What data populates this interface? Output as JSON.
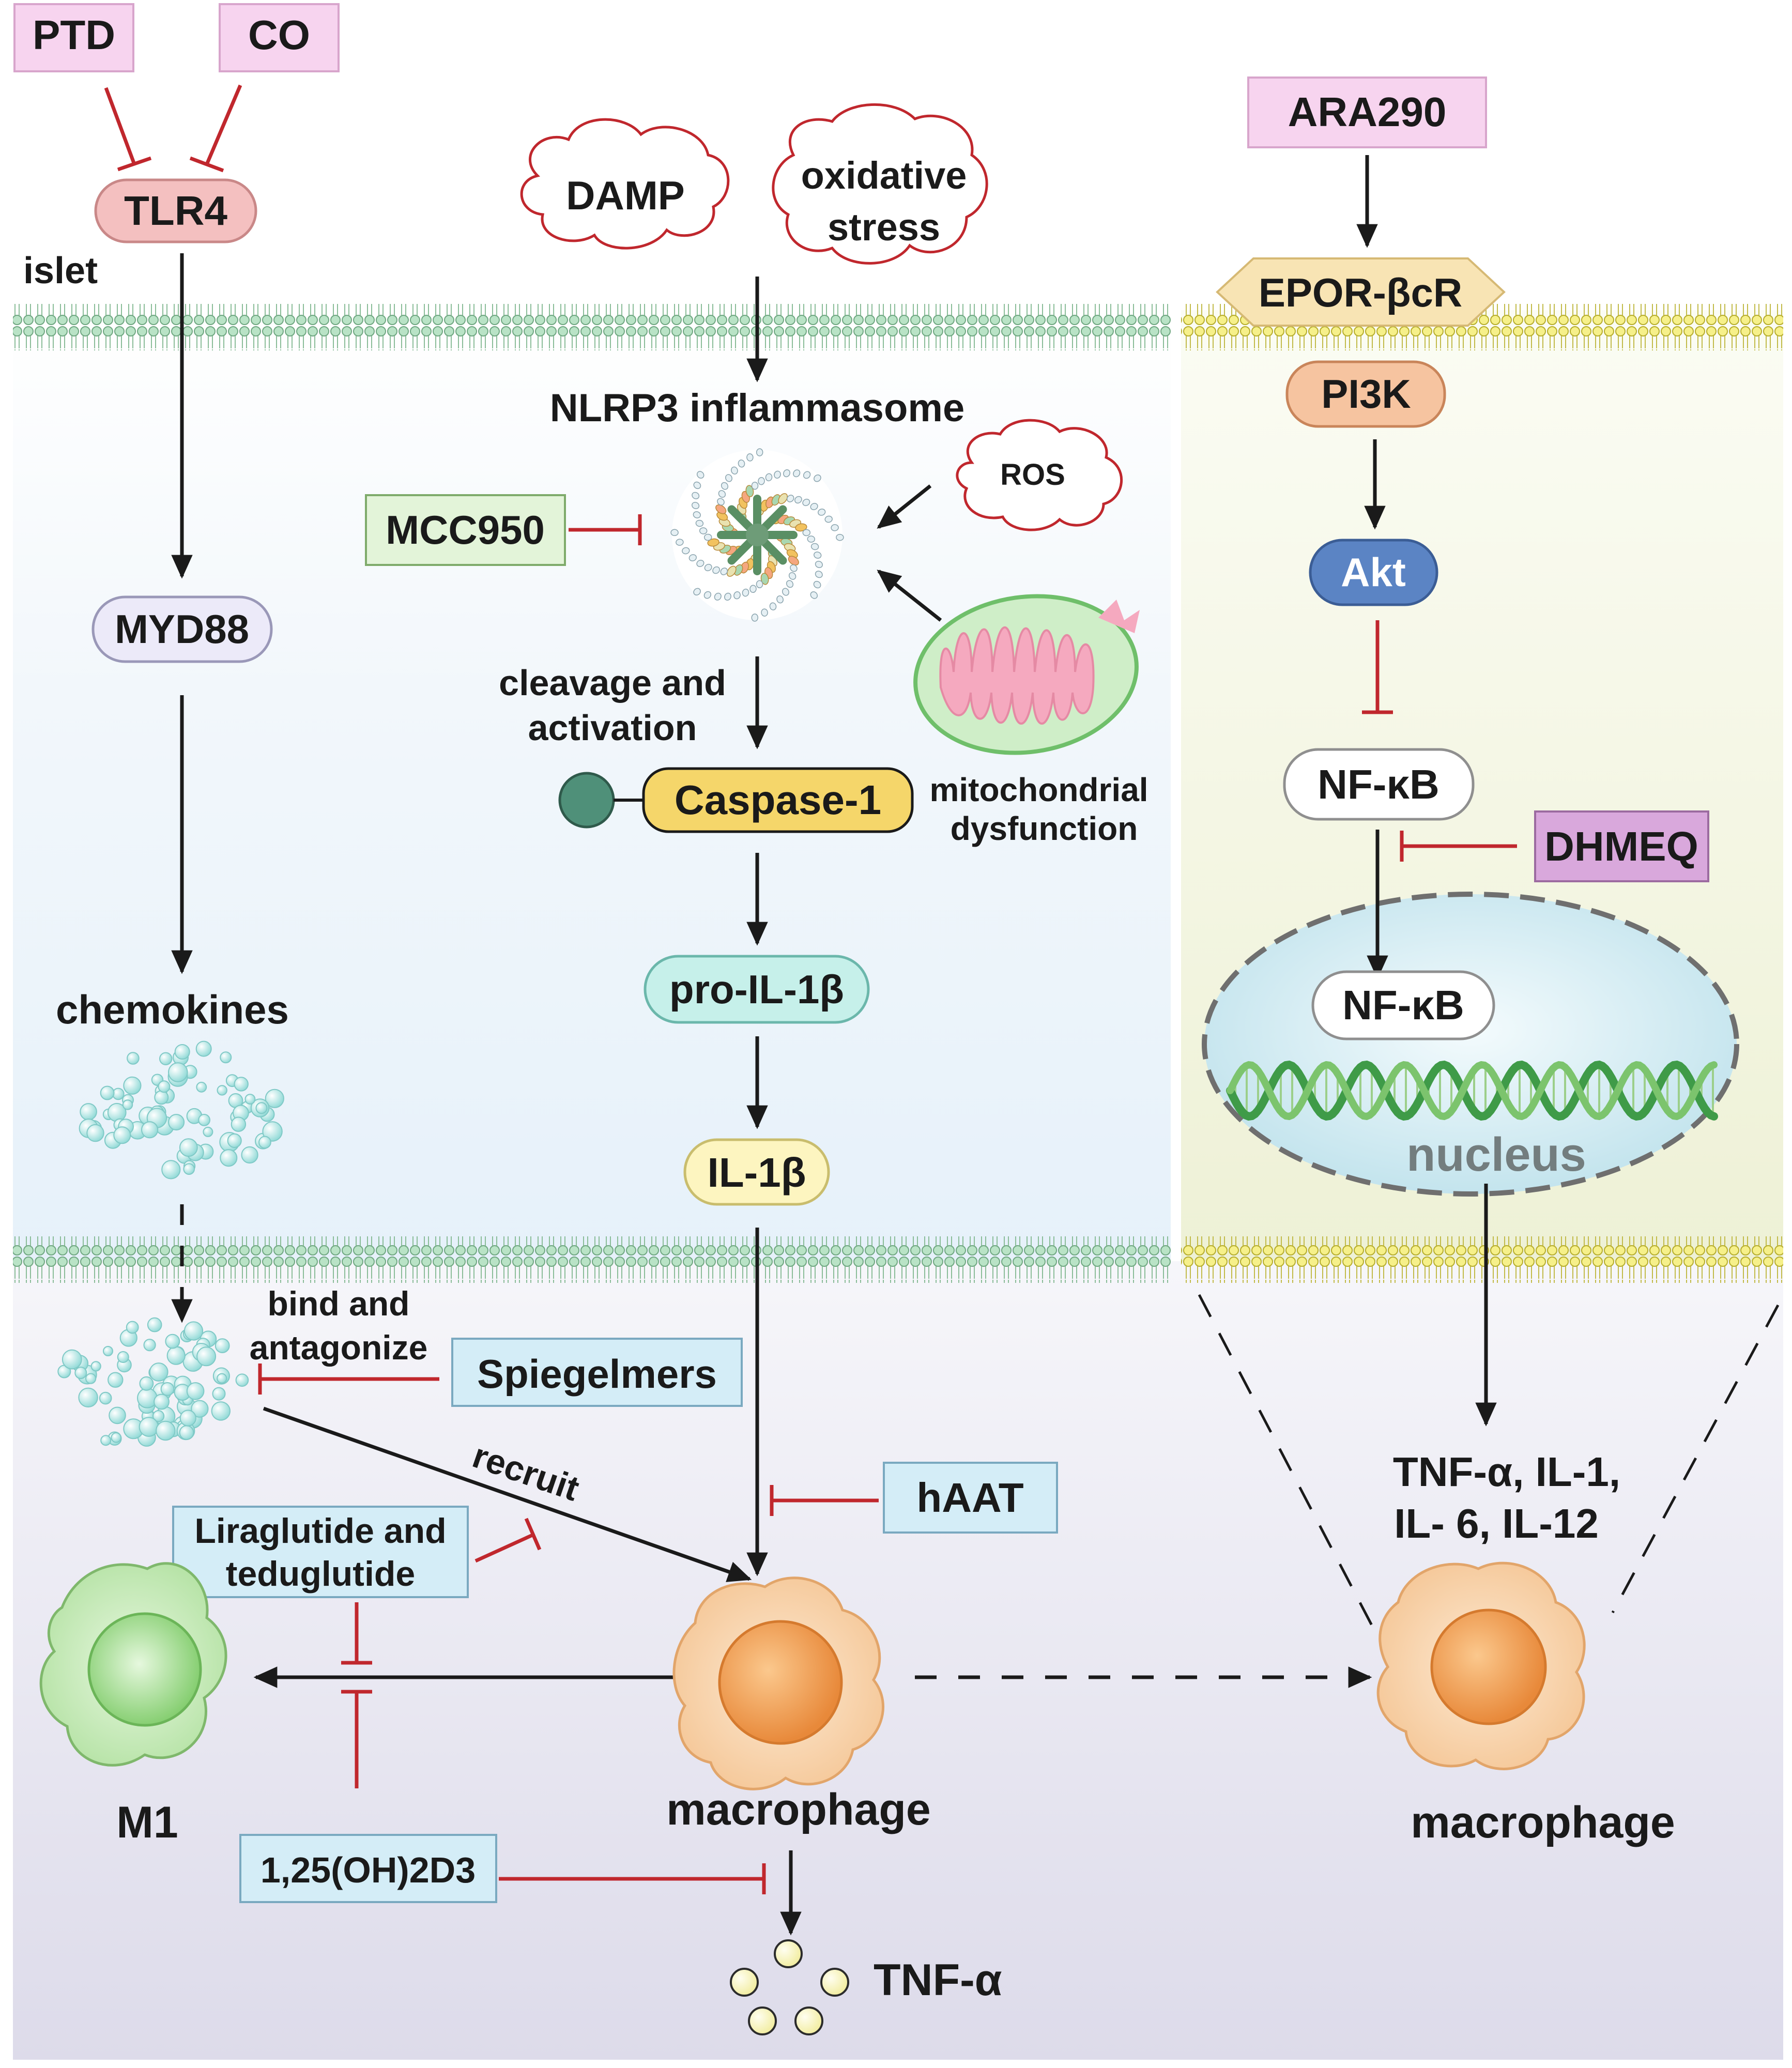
{
  "inhibitors": {
    "ptd": "PTD",
    "co": "CO",
    "ara290": "ARA290",
    "mcc950": "MCC950",
    "dhmeq": "DHMEQ",
    "spiegelmers": "Spiegelmers",
    "haat": "hAAT",
    "liraglutide_line1": "Liraglutide and",
    "liraglutide_line2": "teduglutide",
    "vitd": "1,25(OH)2D3"
  },
  "left_pathway": {
    "tlr4": "TLR4",
    "islet": "islet",
    "myd88": "MYD88",
    "chemokines": "chemokines",
    "bind_line1": "bind and",
    "bind_line2": "antagonize",
    "recruit": "recruit",
    "m1": "M1"
  },
  "center_pathway": {
    "damp": "DAMP",
    "oxidative_line1": "oxidative",
    "oxidative_line2": "stress",
    "nlrp3": "NLRP3 inflammasome",
    "ros": "ROS",
    "cleavage_line1": "cleavage and",
    "cleavage_line2": "activation",
    "caspase1": "Caspase-1",
    "mito_line1": "mitochondrial",
    "mito_line2": "dysfunction",
    "pro_il1b": "pro-IL-1β",
    "il1b": "IL-1β",
    "macrophage": "macrophage",
    "tnfa": "TNF-α"
  },
  "right_pathway": {
    "epor": "EPOR-βcR",
    "pi3k": "PI3K",
    "akt": "Akt",
    "nfkb_cyto": "NF-κB",
    "nfkb_nuc": "NF-κB",
    "nucleus": "nucleus",
    "cytokines_line1": "TNF-α, IL-1,",
    "cytokines_line2": "IL- 6, IL-12",
    "macrophage": "macrophage"
  },
  "colors": {
    "inhibit_red": "#c0272d",
    "arrow_black": "#1a1a1a",
    "pink_box": "#f7d4ef",
    "green_box": "#e3f4d9",
    "blue_box": "#d4edf7",
    "purple_box": "#d9a8dc",
    "tlr4": "#f4c0c0",
    "myd88": "#eceaf9",
    "caspase": "#f5d66a",
    "pro_il1b": "#c6f0ea",
    "il1b": "#fdf5c0",
    "epor": "#f8e4b4",
    "pi3k": "#f6c4a0",
    "akt": "#5b84c4",
    "left_panel": "#eaf3fb",
    "right_panel": "#f0f2dc",
    "bottom_bg": "#e3e1ef"
  }
}
